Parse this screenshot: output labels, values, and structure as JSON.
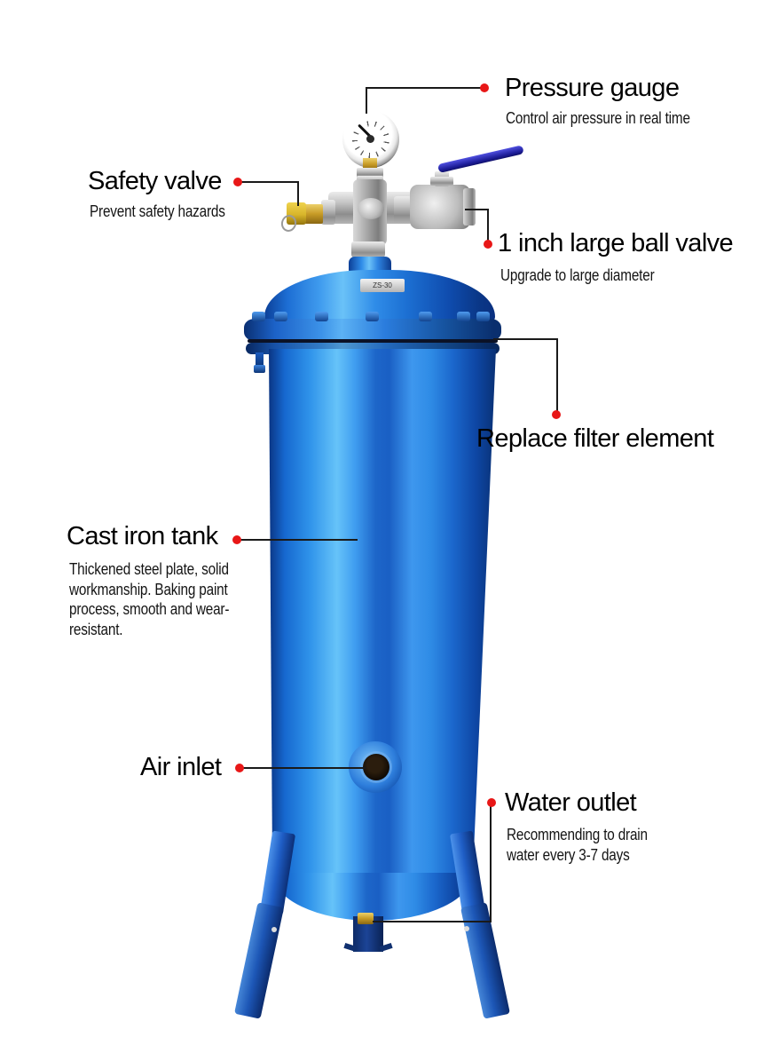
{
  "image_type": "annotated product photo of a compressed-air filter tank",
  "background": "#ffffff",
  "product": {
    "nameplate_text": "ZS-30"
  },
  "colors": {
    "callout_dot": "#e81717",
    "callout_line": "#1a1a1a",
    "tank_blue_highlight": "#66c3f9",
    "tank_blue_mid": "#1f7fe0",
    "tank_blue_dark": "#0a3584",
    "valve_handle_blue": "#2020a0",
    "brass": "#c79b26",
    "steel": "#b5b5b5"
  },
  "callouts": {
    "pressure_gauge": {
      "title": "Pressure gauge",
      "subtitle": "Control air pressure in real time"
    },
    "safety_valve": {
      "title": "Safety valve",
      "subtitle": "Prevent safety hazards"
    },
    "ball_valve": {
      "title": "1 inch large ball valve",
      "subtitle": "Upgrade to large diameter"
    },
    "filter_element": {
      "title": "Replace filter element"
    },
    "cast_iron_tank": {
      "title": "Cast iron tank",
      "subtitle": "Thickened steel plate, solid workmanship. Baking paint process, smooth and wear-resistant."
    },
    "air_inlet": {
      "title": "Air inlet"
    },
    "water_outlet": {
      "title": "Water outlet",
      "subtitle": "Recommending to drain water every 3-7 days"
    }
  }
}
